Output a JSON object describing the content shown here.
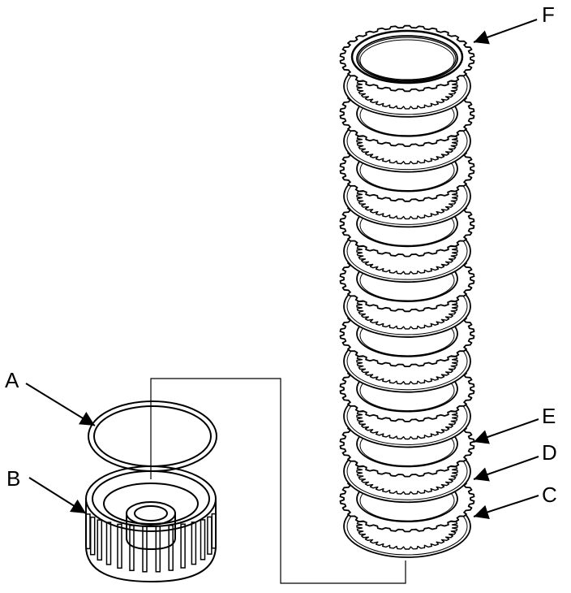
{
  "callouts": {
    "a": "A",
    "b": "B",
    "c": "C",
    "d": "D",
    "e": "E",
    "f": "F"
  },
  "colors": {
    "ink": "#000000",
    "paper": "#ffffff"
  },
  "parts": {
    "friction_disc_count": 9,
    "steel_plate_count": 9
  }
}
